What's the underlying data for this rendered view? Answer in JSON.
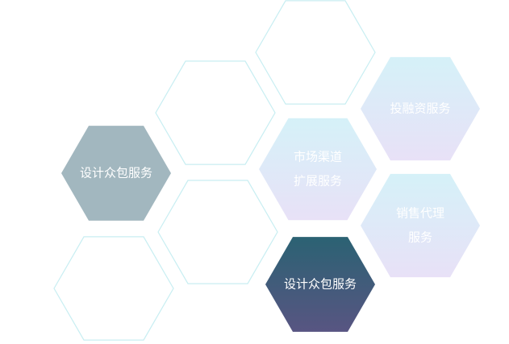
{
  "hexagons": [
    {
      "id": "top-center",
      "style": "outline",
      "lines": []
    },
    {
      "id": "upper-left",
      "style": "outline",
      "lines": []
    },
    {
      "id": "financing",
      "style": "pastel",
      "lines": [
        "投融资服务"
      ]
    },
    {
      "id": "design-crowdsource-gray",
      "style": "gray",
      "lines": [
        "设计众包服务"
      ]
    },
    {
      "id": "market-channel",
      "style": "pastel",
      "lines": [
        "市场渠道",
        "扩展服务"
      ]
    },
    {
      "id": "middle-left",
      "style": "outline",
      "lines": []
    },
    {
      "id": "sales-agency",
      "style": "pastel",
      "lines": [
        "销售代理",
        "服务"
      ]
    },
    {
      "id": "bottom-left",
      "style": "outline",
      "lines": []
    },
    {
      "id": "design-crowdsource-dark",
      "style": "dark",
      "lines": [
        "设计众包服务"
      ]
    }
  ],
  "colors": {
    "outline_stroke": "#c8eef2",
    "gray_fill": "#a2b7bf",
    "dark_top": "#2b6273",
    "dark_bottom": "#585582",
    "pastel_top": "#d5f1f8",
    "pastel_bottom": "#e8e1f7",
    "label_on_pastel": "#ffffff",
    "label_on_gray": "#ffffff",
    "label_on_dark": "#ffffff"
  }
}
